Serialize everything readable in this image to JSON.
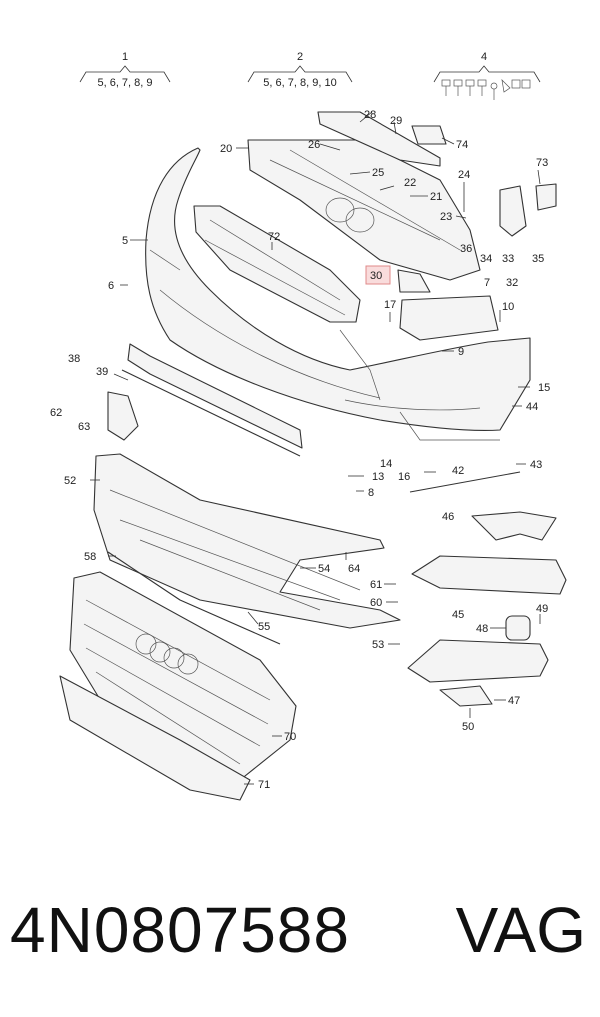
{
  "groups": [
    {
      "num": "1",
      "sub": "5, 6, 7, 8, 9"
    },
    {
      "num": "2",
      "sub": "5, 6, 7, 8, 9, 10"
    },
    {
      "num": "4",
      "sub": ""
    }
  ],
  "callouts": [
    "28",
    "29",
    "74",
    "20",
    "26",
    "25",
    "22",
    "21",
    "24",
    "73",
    "23",
    "36",
    "34",
    "33",
    "35",
    "32",
    "72",
    "5",
    "30",
    "6",
    "7",
    "17",
    "10",
    "9",
    "38",
    "39",
    "15",
    "62",
    "44",
    "63",
    "14",
    "13",
    "16",
    "42",
    "43",
    "52",
    "8",
    "46",
    "58",
    "54",
    "64",
    "61",
    "60",
    "49",
    "55",
    "45",
    "48",
    "53",
    "70",
    "47",
    "50",
    "71"
  ],
  "highlighted_callout": "30",
  "footer": {
    "part_number": "4N0807588",
    "brand": "VAG"
  }
}
